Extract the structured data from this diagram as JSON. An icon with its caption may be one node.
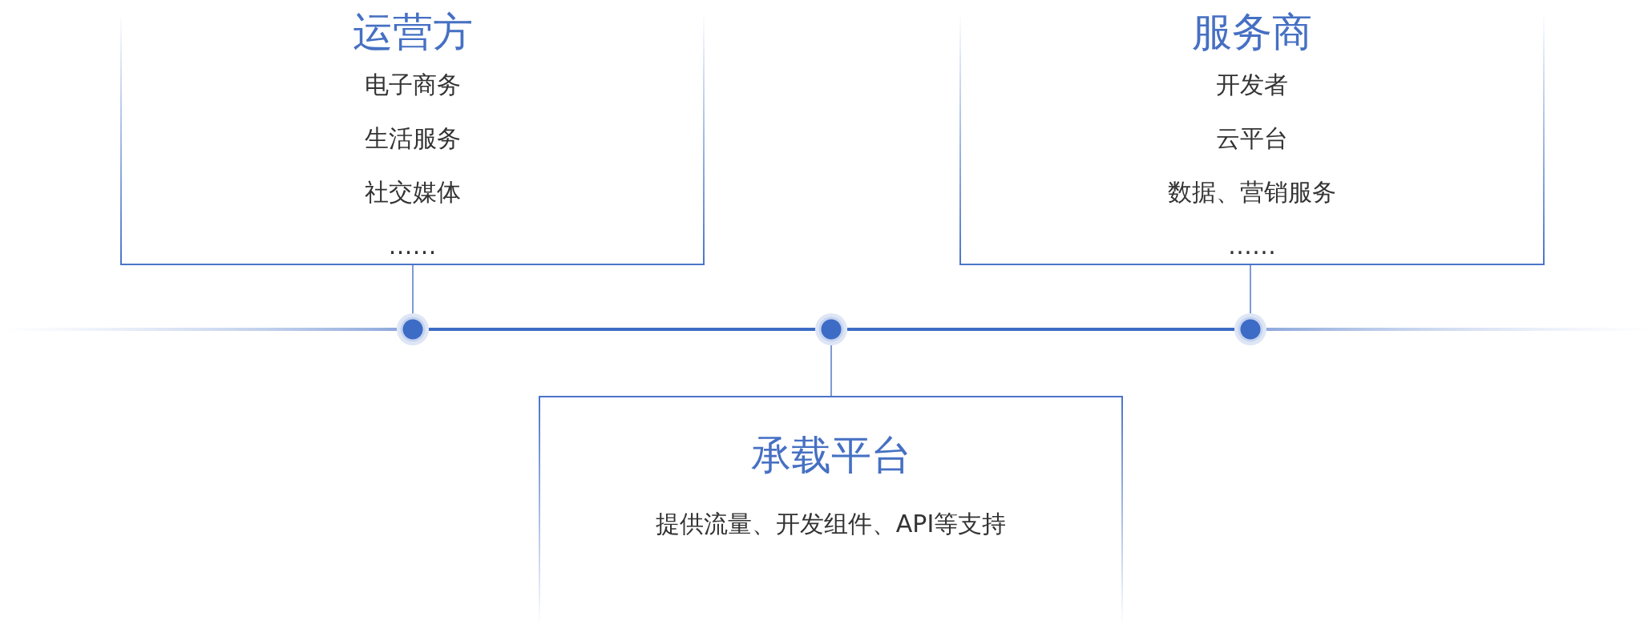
{
  "diagram": {
    "nodes": [
      {
        "text": [
          "运营方",
          "电子商务",
          "生活服务",
          "社交媒体",
          "……"
        ]
      },
      {
        "text": [
          "服务商",
          "开发者",
          "云平台",
          "数据、营销服务",
          "……"
        ]
      },
      {
        "text": [
          "承载平台",
          "提供流量、开发组件、API等支持"
        ]
      },
      {
        "text": [],
        "shape": "circle"
      },
      {
        "text": [],
        "shape": "circle"
      },
      {
        "text": [],
        "shape": "circle"
      }
    ],
    "edges": [
      {
        "from": 0,
        "to": 3,
        "arrow": "none"
      },
      {
        "from": 1,
        "to": 5,
        "arrow": "none"
      },
      {
        "from": 4,
        "to": 2,
        "arrow": "none"
      },
      {
        "from": 3,
        "to": 4,
        "arrow": "none"
      },
      {
        "from": 4,
        "to": 5,
        "arrow": "none"
      }
    ]
  }
}
